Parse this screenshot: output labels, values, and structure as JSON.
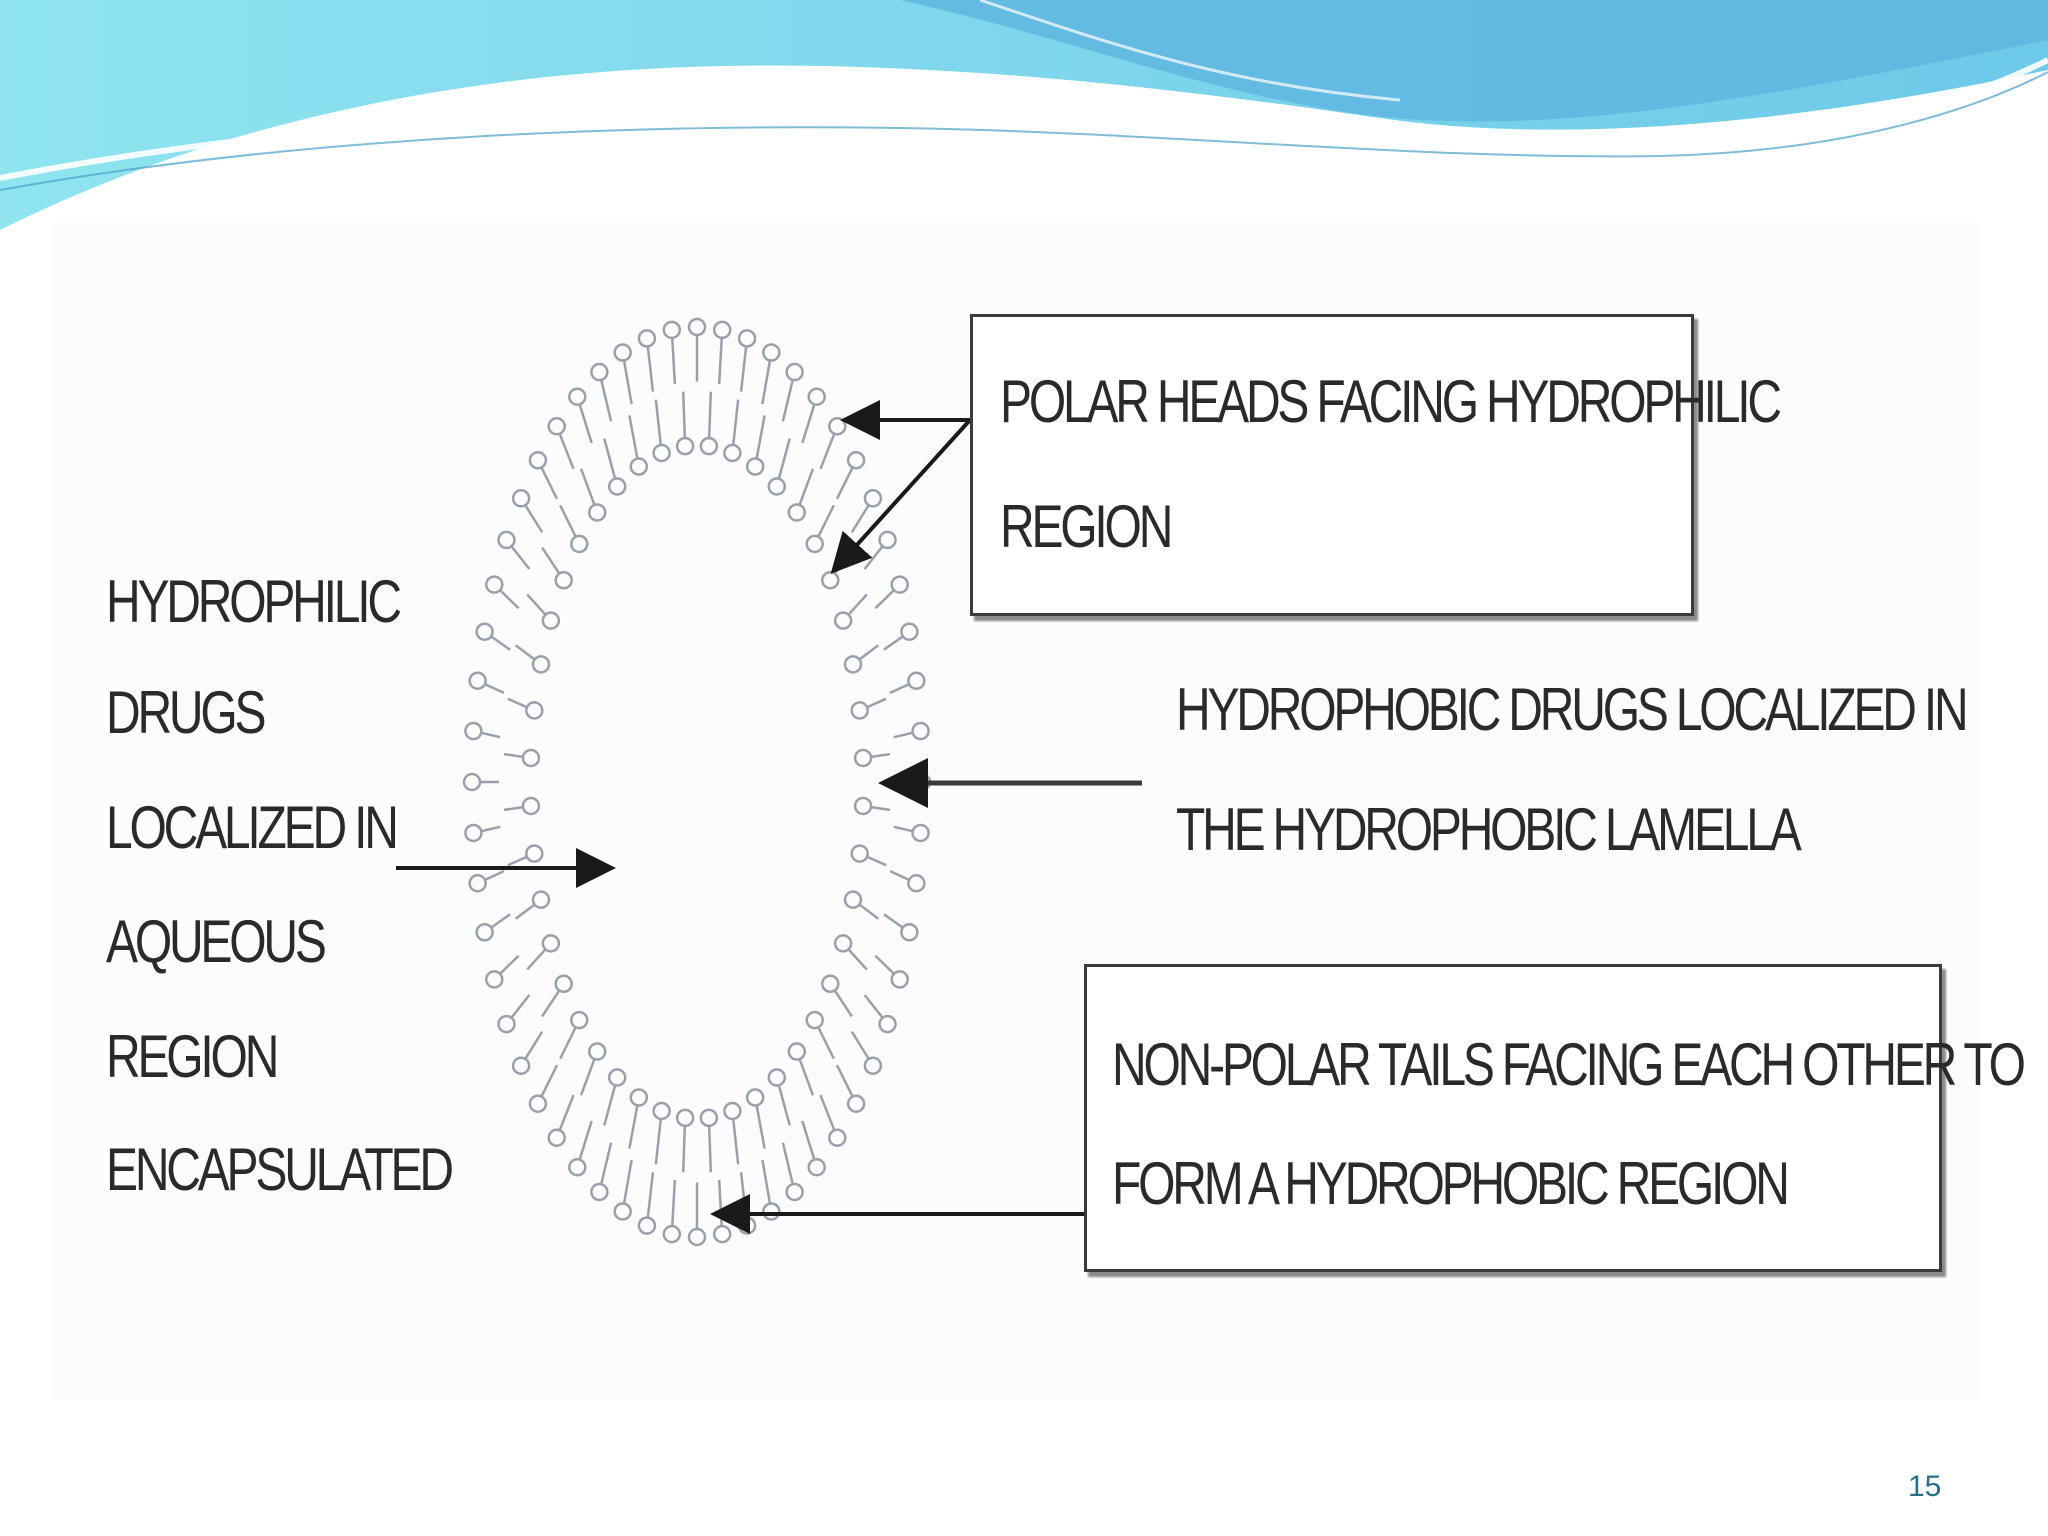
{
  "slide": {
    "page_number": "15"
  },
  "diagram": {
    "left_label_lines": [
      "HYDROPHILIC",
      "DRUGS",
      "LOCALIZED IN",
      "AQUEOUS",
      "REGION",
      "ENCAPSULATED"
    ],
    "box_polar": {
      "line1": "POLAR HEADS FACING HYDROPHILIC",
      "line2": "REGION"
    },
    "hydrophobic_label": {
      "line1": "HYDROPHOBIC DRUGS LOCALIZED IN",
      "line2": "THE HYDROPHOBIC LAMELLA"
    },
    "box_nonpolar": {
      "line1": "NON-POLAR TAILS FACING EACH OTHER TO",
      "line2": "FORM A HYDROPHOBIC REGION"
    }
  },
  "colors": {
    "wave_light": "#9fe6f2",
    "wave_mid": "#6ccfe6",
    "wave_dark": "#4aa9d8",
    "lipid_stroke": "#9aa0aa",
    "text": "#2a2a2a",
    "page_number": "#2a6e8a"
  }
}
